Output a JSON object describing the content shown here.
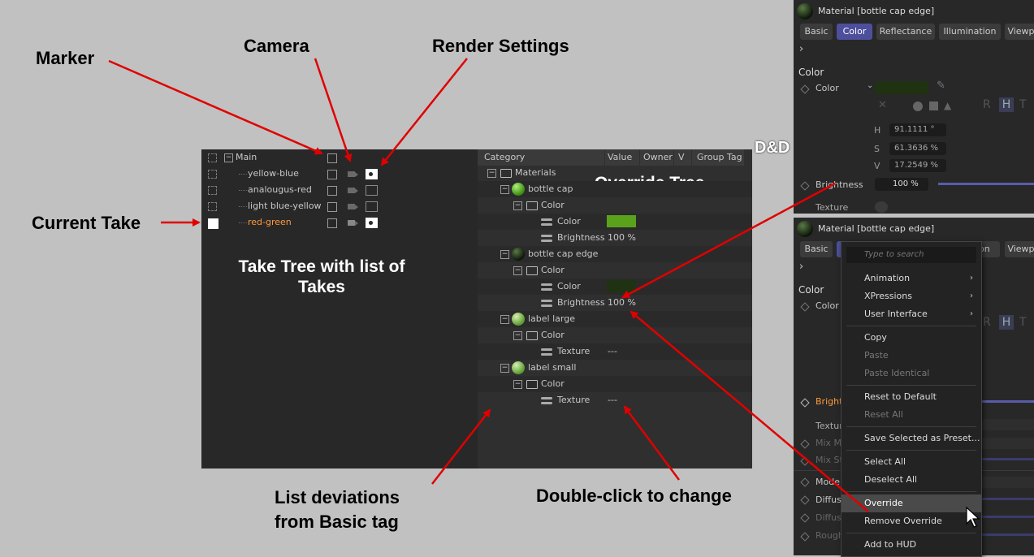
{
  "callouts": {
    "marker": "Marker",
    "camera": "Camera",
    "render_settings": "Render Settings",
    "current_take": "Current Take",
    "take_tree": "Take Tree with list of Takes",
    "override_tree": "Override Tree",
    "dnd": "D&D",
    "list_deviations": "List deviations from Basic tag",
    "double_click": "Double-click to change"
  },
  "takes": [
    {
      "name": "Main",
      "current": false,
      "render_icon": false
    },
    {
      "name": "yellow-blue",
      "current": false,
      "render_icon": true
    },
    {
      "name": "analougus-red",
      "current": false,
      "render_icon": true
    },
    {
      "name": "light blue-yellow",
      "current": false,
      "render_icon": true
    },
    {
      "name": "red-green",
      "current": true,
      "render_icon": true
    }
  ],
  "override_header": {
    "category": "Category",
    "value": "Value",
    "owner": "Owner",
    "v": "V",
    "group_tag": "Group Tag"
  },
  "override_rows": [
    {
      "label": "Materials",
      "value": "",
      "kind": "folder"
    },
    {
      "label": "bottle cap",
      "value": "",
      "kind": "material-green"
    },
    {
      "label": "Color",
      "value": "",
      "kind": "folder"
    },
    {
      "label": "Color",
      "value": "",
      "kind": "param",
      "swatch": "#5aa21c"
    },
    {
      "label": "Brightness",
      "value": "100 %",
      "kind": "param"
    },
    {
      "label": "bottle cap edge",
      "value": "",
      "kind": "material-dark"
    },
    {
      "label": "Color",
      "value": "",
      "kind": "folder"
    },
    {
      "label": "Color",
      "value": "",
      "kind": "param",
      "swatch": "#1f3312"
    },
    {
      "label": "Brightness",
      "value": "100 %",
      "kind": "param"
    },
    {
      "label": "label large",
      "value": "",
      "kind": "material-label"
    },
    {
      "label": "Color",
      "value": "",
      "kind": "folder"
    },
    {
      "label": "Texture",
      "value": "---",
      "kind": "param"
    },
    {
      "label": "label small",
      "value": "",
      "kind": "material-label"
    },
    {
      "label": "Color",
      "value": "",
      "kind": "folder"
    },
    {
      "label": "Texture",
      "value": "---",
      "kind": "param"
    }
  ],
  "material_panel_top": {
    "title": "Material [bottle cap edge]",
    "tabs": [
      "Basic",
      "Color",
      "Reflectance",
      "Illumination",
      "Viewp"
    ],
    "selected_tab": "Color",
    "section": "Color",
    "color_label": "Color",
    "hsv": {
      "h_label": "H",
      "h": "91.1111 °",
      "s_label": "S",
      "s": "61.3636 %",
      "v_label": "V",
      "v": "17.2549 %"
    },
    "mode_letters": [
      "R",
      "H",
      "T"
    ],
    "brightness_label": "Brightness",
    "brightness_value": "100 %",
    "texture_label": "Texture"
  },
  "material_panel_bottom": {
    "title": "Material [bottle cap edge]",
    "tab_basic": "Basic",
    "tab_partial": "on",
    "tab_viewp": "Viewp",
    "section": "Color",
    "color_label": "Color",
    "brightness_label": "Bright",
    "texture_label": "Textur",
    "mix_m": "Mix M",
    "mix_s": "Mix St",
    "model": "Mode",
    "diffuse1": "Diffus",
    "diffuse2": "Diffus",
    "rough": "Rough"
  },
  "context_menu": {
    "search_placeholder": "Type to search",
    "items": [
      {
        "label": "Animation",
        "submenu": true,
        "disabled": false
      },
      {
        "label": "XPressions",
        "submenu": true,
        "disabled": false
      },
      {
        "label": "User Interface",
        "submenu": true,
        "disabled": false
      },
      {
        "label": "Copy",
        "disabled": false
      },
      {
        "label": "Paste",
        "disabled": true
      },
      {
        "label": "Paste Identical",
        "disabled": true
      },
      {
        "label": "Reset to Default",
        "disabled": false
      },
      {
        "label": "Reset All",
        "disabled": true
      },
      {
        "label": "Save Selected as Preset...",
        "disabled": false
      },
      {
        "label": "Select All",
        "disabled": false
      },
      {
        "label": "Deselect All",
        "disabled": false
      },
      {
        "label": "Override",
        "disabled": false,
        "highlighted": true
      },
      {
        "label": "Remove Override",
        "disabled": false
      },
      {
        "label": "Add to HUD",
        "disabled": false
      }
    ]
  },
  "colors": {
    "accent_orange": "#ff9a3c",
    "tab_selected": "#4d4f9c",
    "arrow_red": "#e00000"
  }
}
